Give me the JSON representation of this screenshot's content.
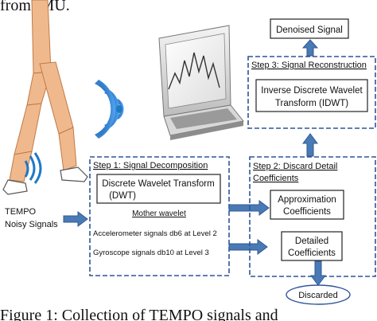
{
  "header_fragment": "from IMU.",
  "input_label": {
    "line1": "TEMPO",
    "line2": "Noisy Signals"
  },
  "step1": {
    "title": "Step 1: Signal Decomposition",
    "dwt": {
      "line1": "Discrete Wavelet Transform",
      "line2": "(DWT)"
    },
    "mother_wavelet": "Mother wavelet",
    "accelerometer": "Accelerometer signals  db6 at Level 2",
    "gyroscope": "Gyroscope signals db10 at Level 3"
  },
  "step2": {
    "title": {
      "line1": "Step 2: Discard Detail",
      "line2": "Coefficients"
    },
    "approximation": {
      "line1": "Approximation",
      "line2": "Coefficients"
    },
    "detailed": {
      "line1": "Detailed",
      "line2": "Coefficients"
    },
    "discarded": "Discarded"
  },
  "step3": {
    "title": "Step 3: Signal Reconstruction",
    "idwt": {
      "line1": "Inverse Discrete Wavelet",
      "line2": "Transform (IDWT)"
    }
  },
  "output": "Denoised Signal",
  "caption_fragment": "Figure 1: Collection of TEMPO signals and",
  "colors": {
    "dashed_box": "#2f5597",
    "arrow_fill": "#4a7ab5",
    "arrow_stroke": "#2e5a91",
    "leg": "#f0b98d",
    "leg_outline": "#c07a45",
    "wifi": "#1f78c8"
  },
  "icons": [
    "walking-person-icon",
    "wifi-signal-icon",
    "laptop-icon"
  ]
}
